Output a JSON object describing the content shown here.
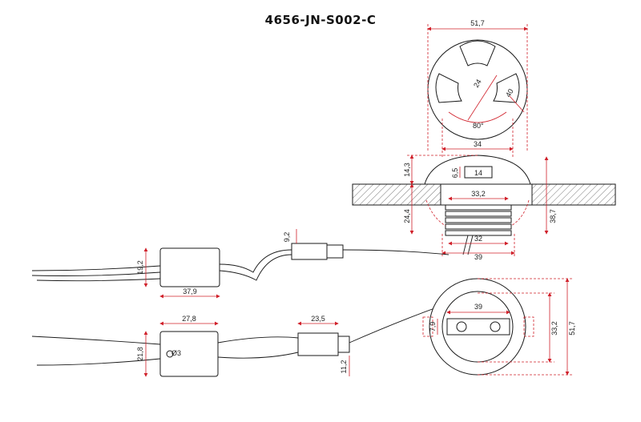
{
  "title": "4656-JN-S002-C",
  "top_view": {
    "width": "51,7",
    "radius": "24",
    "notch": "40",
    "angle": "80°",
    "base": "34"
  },
  "section": {
    "height_top": "14,3",
    "slot_h": "6,5",
    "slot_w": "14",
    "inner": "33,2",
    "depth_left": "24,4",
    "depth_right": "38,7",
    "bottom_w": "32",
    "bottom_outer": "39"
  },
  "connector_top": {
    "height": "9,2"
  },
  "driver_top": {
    "height": "19,2",
    "width": "37,9"
  },
  "driver_bottom": {
    "width": "27,8",
    "height": "21,8",
    "hole": "Ø3"
  },
  "connector_bottom": {
    "width": "23,5",
    "height": "11,2"
  },
  "back_view": {
    "inner_w": "39",
    "clip_h": "7,9",
    "inner_h": "33,2",
    "outer_h": "51,7"
  },
  "colors": {
    "dimension": "#d0202a",
    "outline": "#1a1a1a"
  }
}
